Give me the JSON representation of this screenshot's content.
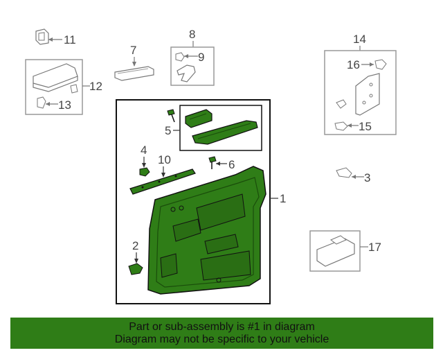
{
  "diagram": {
    "accent_color": "#2f7d17",
    "callouts": {
      "c1": "1",
      "c2": "2",
      "c3": "3",
      "c4": "4",
      "c5": "5",
      "c6": "6",
      "c7": "7",
      "c8": "8",
      "c9": "9",
      "c10": "10",
      "c11": "11",
      "c12": "12",
      "c13": "13",
      "c14": "14",
      "c15": "15",
      "c16": "16",
      "c17": "17"
    }
  },
  "banner": {
    "line1": "Part or sub-assembly is #1 in diagram",
    "line2": "Diagram may not be specific to your vehicle"
  }
}
